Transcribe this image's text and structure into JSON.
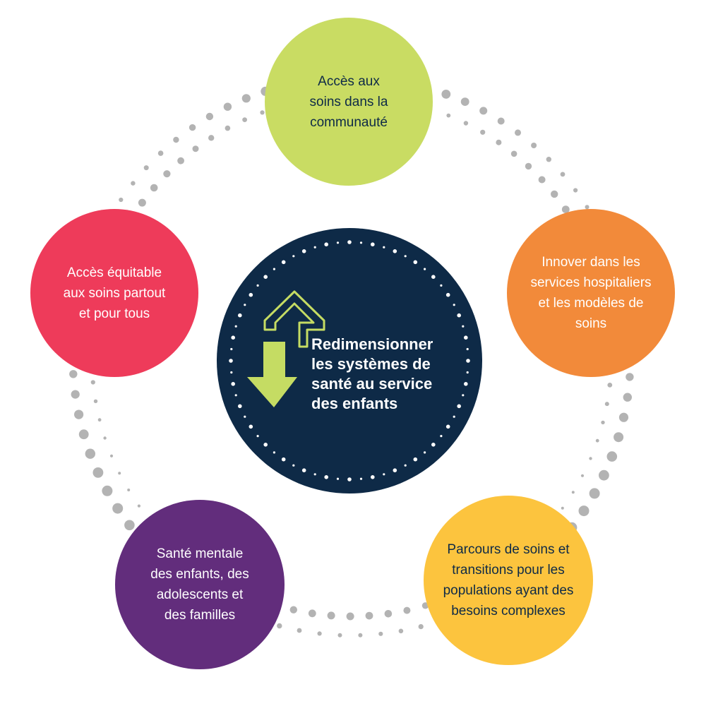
{
  "colors": {
    "background": "#ffffff",
    "dots": "#b3b3b3",
    "center_fill": "#0e2a47",
    "center_dots": "#ffffff",
    "arrow_green": "#c5dc63"
  },
  "center": {
    "title_lines": [
      "Redimensionner",
      "les systèmes de",
      "santé au service",
      "des enfants"
    ],
    "icon": "up-down-arrows-icon"
  },
  "nodes": [
    {
      "id": "community",
      "lines": [
        "Accès aux",
        "soins dans la",
        "communauté"
      ],
      "color": "#c9dc63",
      "text_color": "#0e2a47"
    },
    {
      "id": "hospital",
      "lines": [
        "Innover dans les",
        "services hospitaliers",
        "et les modèles de",
        "soins"
      ],
      "color": "#f28a3a",
      "text_color": "#ffffff"
    },
    {
      "id": "pathways",
      "lines": [
        "Parcours de soins et",
        "transitions pour les",
        "populations ayant des",
        "besoins complexes"
      ],
      "color": "#fcc43e",
      "text_color": "#0e2a47"
    },
    {
      "id": "mental",
      "lines": [
        "Santé mentale",
        "des enfants, des",
        "adolescents et",
        "des familles"
      ],
      "color": "#622d7c",
      "text_color": "#ffffff"
    },
    {
      "id": "equity",
      "lines": [
        "Accès équitable",
        "aux soins partout",
        "et pour tous"
      ],
      "color": "#ee3b5a",
      "text_color": "#ffffff"
    }
  ]
}
